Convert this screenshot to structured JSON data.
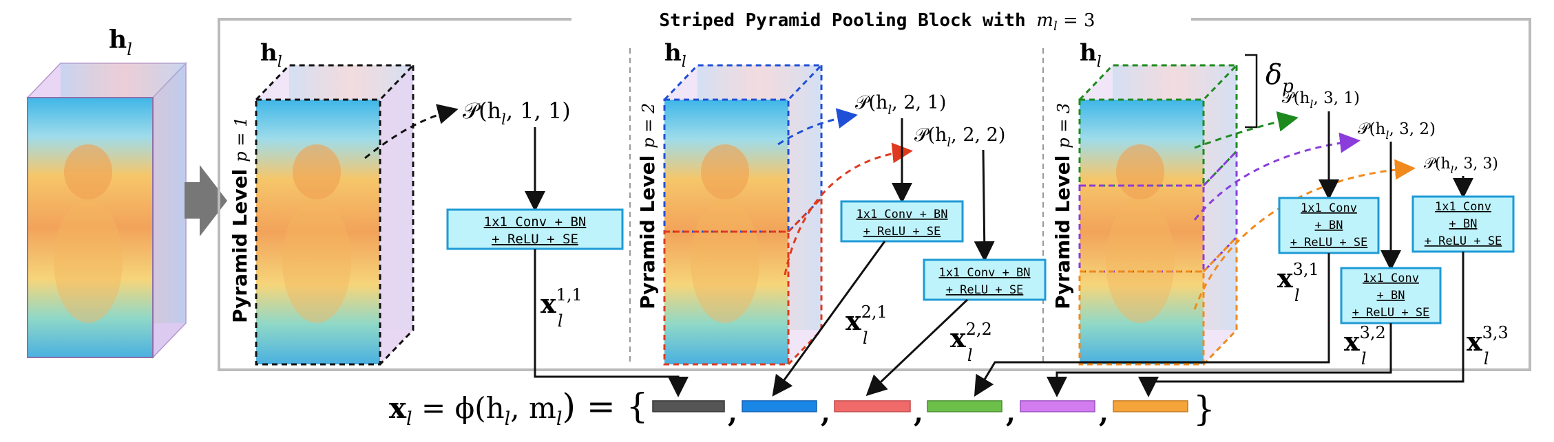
{
  "title": {
    "prefix": "Striped Pyramid Pooling Block with ",
    "math": "m",
    "sub": "l",
    "suffix": " = 3"
  },
  "input_label": {
    "main": "h",
    "sub": "l"
  },
  "levels": [
    {
      "axis": "Pyramid Level",
      "p": "p = 1",
      "h": "h",
      "h_sub": "l"
    },
    {
      "axis": "Pyramid Level",
      "p": "p = 2",
      "h": "h",
      "h_sub": "l"
    },
    {
      "axis": "Pyramid Level",
      "p": "p = 3",
      "h": "h",
      "h_sub": "l"
    }
  ],
  "delta": {
    "main": "δ",
    "sub": "p"
  },
  "pool_ops": [
    {
      "text": "𝒫(h",
      "sub": "l",
      "args": ", 1, 1)"
    },
    {
      "text": "𝒫(h",
      "sub": "l",
      "args": ", 2, 1)"
    },
    {
      "text": "𝒫(h",
      "sub": "l",
      "args": ", 2, 2)"
    },
    {
      "text": "𝒫(h",
      "sub": "l",
      "args": ", 3, 1)"
    },
    {
      "text": "𝒫(h",
      "sub": "l",
      "args": ", 3, 2)"
    },
    {
      "text": "𝒫(h",
      "sub": "l",
      "args": ", 3, 3)"
    }
  ],
  "conv_boxes": [
    {
      "l1": "1x1 Conv + BN",
      "l2": "+ ReLU + SE"
    },
    {
      "l1": "1x1 Conv + BN",
      "l2": "+ ReLU + SE"
    },
    {
      "l1": "1x1 Conv + BN",
      "l2": "+ ReLU + SE"
    },
    {
      "l1": "1x1 Conv",
      "l2": "+ BN",
      "l3": "+ ReLU + SE"
    },
    {
      "l1": "1x1 Conv",
      "l2": "+ BN",
      "l3": "+ ReLU + SE"
    },
    {
      "l1": "1x1 Conv",
      "l2": "+ BN",
      "l3": "+ ReLU + SE"
    }
  ],
  "outputs": [
    {
      "main": "x",
      "sup": "1,1",
      "sub": "l"
    },
    {
      "main": "x",
      "sup": "2,1",
      "sub": "l"
    },
    {
      "main": "x",
      "sup": "2,2",
      "sub": "l"
    },
    {
      "main": "x",
      "sup": "3,1",
      "sub": "l"
    },
    {
      "main": "x",
      "sup": "3,2",
      "sub": "l"
    },
    {
      "main": "x",
      "sup": "3,3",
      "sub": "l"
    }
  ],
  "equation": {
    "lhs": "x",
    "lhs_sub": "l",
    "mid": " = ϕ(h",
    "mid_sub": "l",
    "m": ", m",
    "m_sub": "l",
    "end": ") = {",
    "close": "}",
    "comma": ","
  },
  "colors": {
    "black": "#222222",
    "blue": "#1f4fd6",
    "red": "#e03a1e",
    "green": "#1e8a1e",
    "purple": "#8a3ddb",
    "orange": "#f08a1c",
    "box_fill": "#bff3fb",
    "box_border": "#1e9ad6",
    "slot_gray": "#555555",
    "slot_blue": "#1a86e6",
    "slot_red": "#f06a6a",
    "slot_green": "#6cc04a",
    "slot_purple": "#d27cf0",
    "slot_orange": "#f5a43a"
  }
}
